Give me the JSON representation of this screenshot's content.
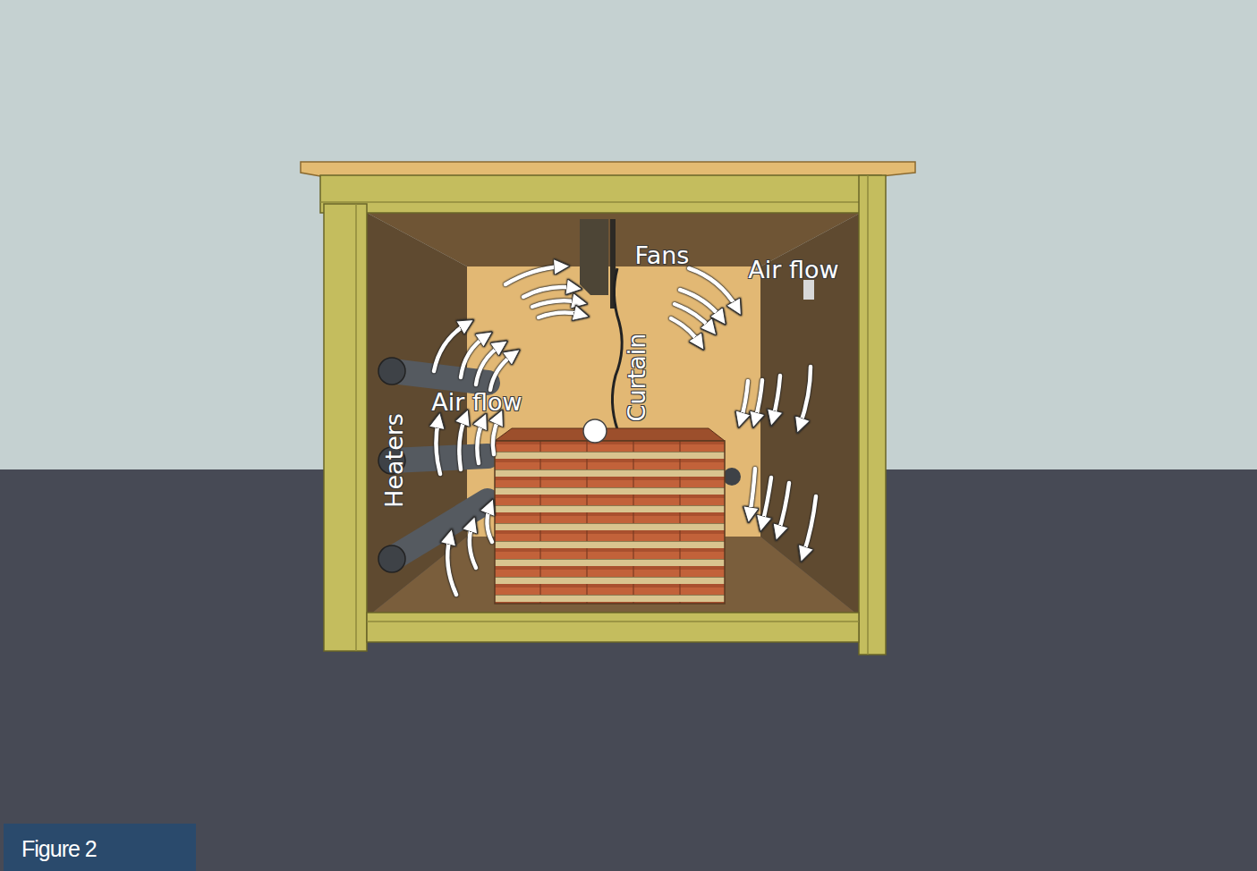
{
  "diagram": {
    "caption": "Figure 2",
    "labels": [
      "Fans",
      "Air flow",
      "Curtain",
      "Air flow",
      "Heaters"
    ]
  }
}
